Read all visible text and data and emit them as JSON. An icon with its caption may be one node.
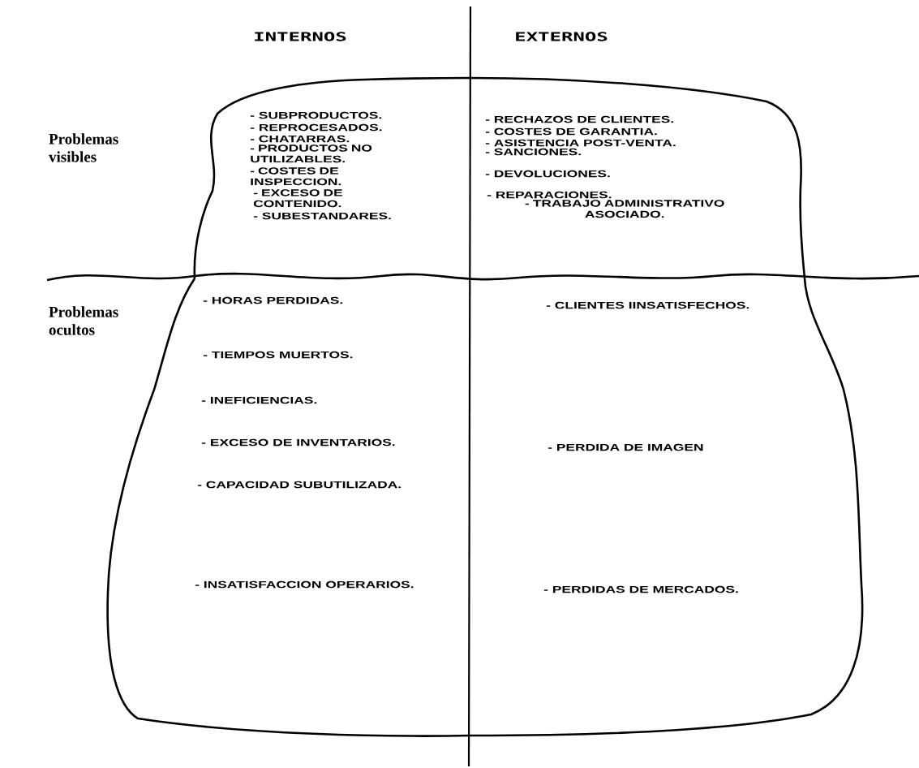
{
  "diagram": {
    "nodes": [
      {
        "text": [
          "- SUBPRODUCTOS.",
          "- REPROCESADOS.",
          "- CHATARRAS.",
          "- PRODUCTOS NO UTILIZABLES.",
          "- COSTES DE INSPECCION.",
          "- EXCESO DE CONTENIDO.",
          "- SUBESTANDARES.",
          "- RECHAZOS DE CLIENTES.",
          "- COSTES DE GARANTIA.",
          "- ASISTENCIA POST-VENTA.",
          "- SANCIONES.",
          "- DEVOLUCIONES.",
          "- REPARACIONES.",
          "- TRABAJO ADMINISTRATIVO ASOCIADO."
        ]
      },
      {
        "text": [
          "- HORAS PERDIDAS.",
          "- TIEMPOS MUERTOS.",
          "- INEFICIENCIAS.",
          "- EXCESO DE INVENTARIOS.",
          "- CAPACIDAD SUBUTILIZADA.",
          "- INSATISFACCION OPERARIOS.",
          "- CLIENTES IINSATISFECHOS.",
          "- PERDIDA DE IMAGEN",
          "- PERDIDAS DE MERCADOS."
        ]
      }
    ],
    "labels": [
      "INTERNOS",
      "EXTERNOS",
      "Problemas visibles",
      "Problemas ocultos"
    ]
  }
}
